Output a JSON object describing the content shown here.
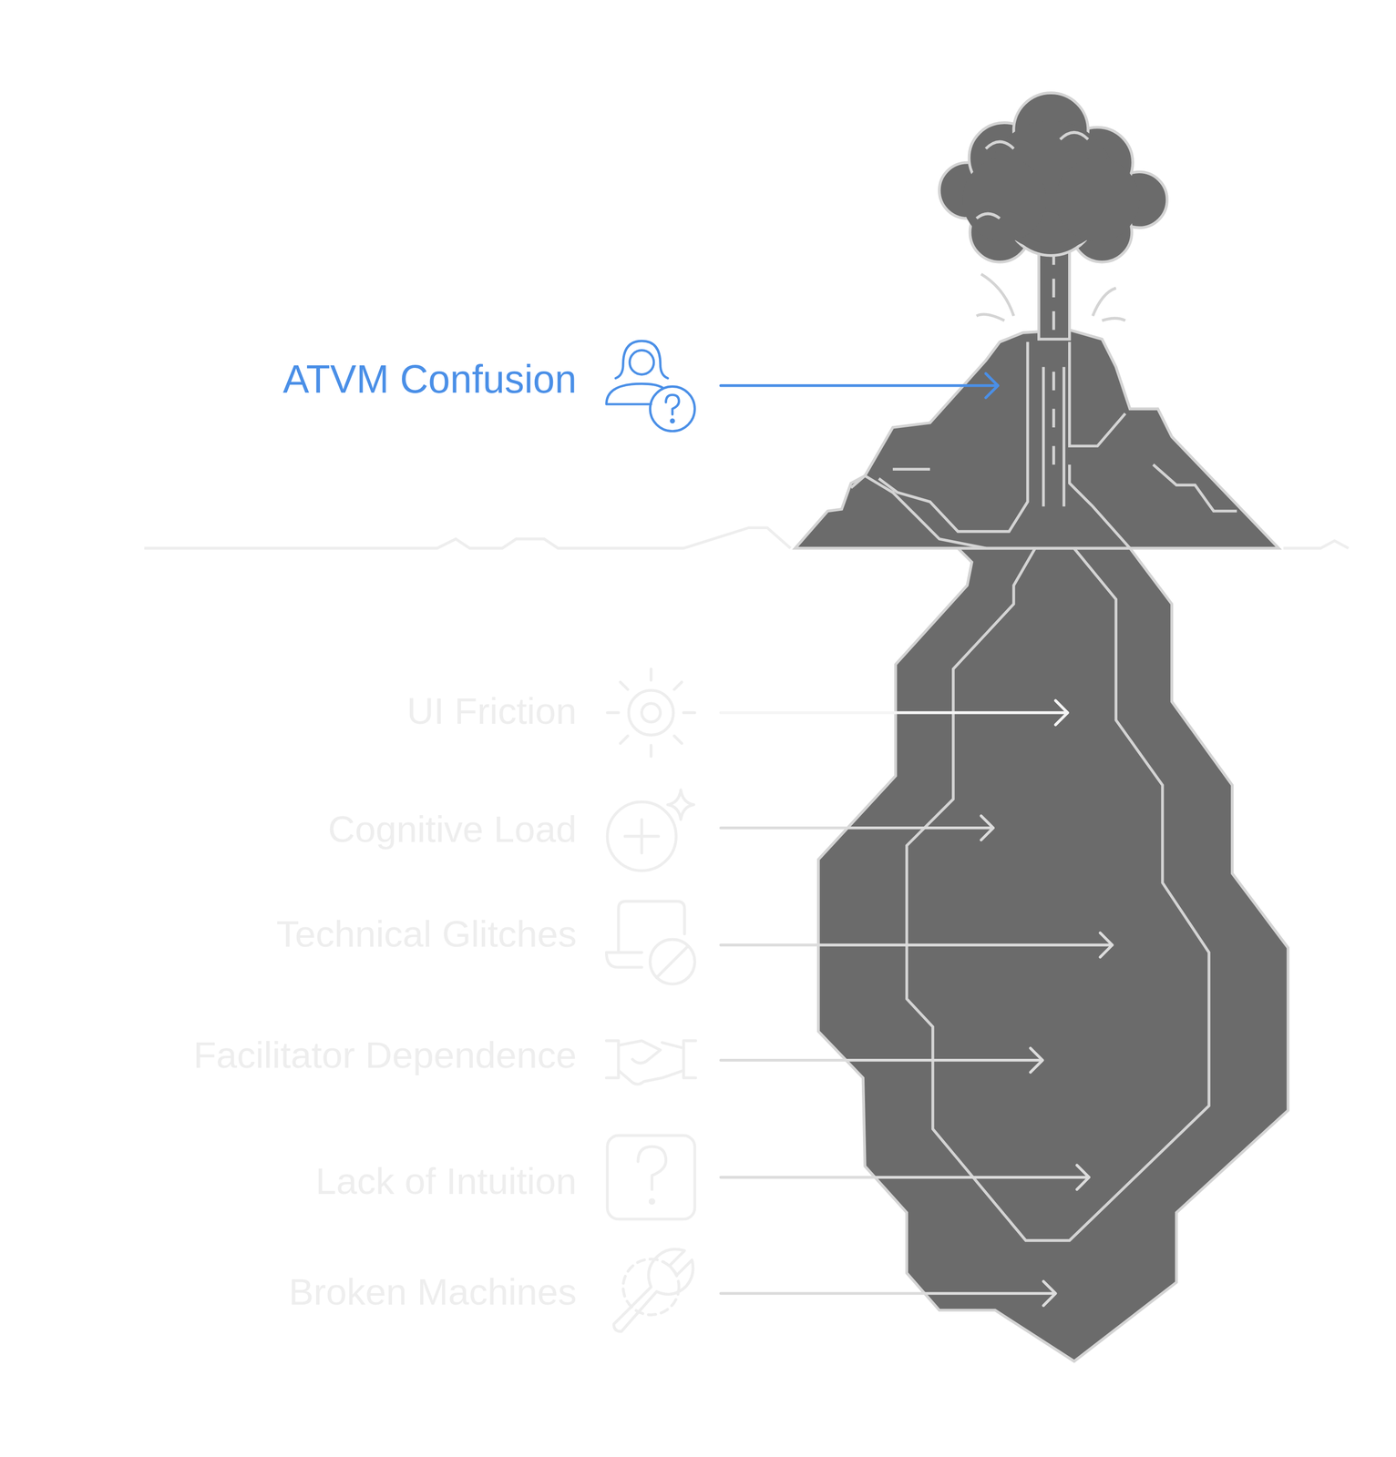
{
  "diagram": {
    "labels": [
      "ATVM Confusion",
      "UI Friction",
      "Cognitive Load",
      "Technical Glitches",
      "Facilitator Dependence",
      "Lack of Intuition",
      "Broken Machines"
    ]
  }
}
